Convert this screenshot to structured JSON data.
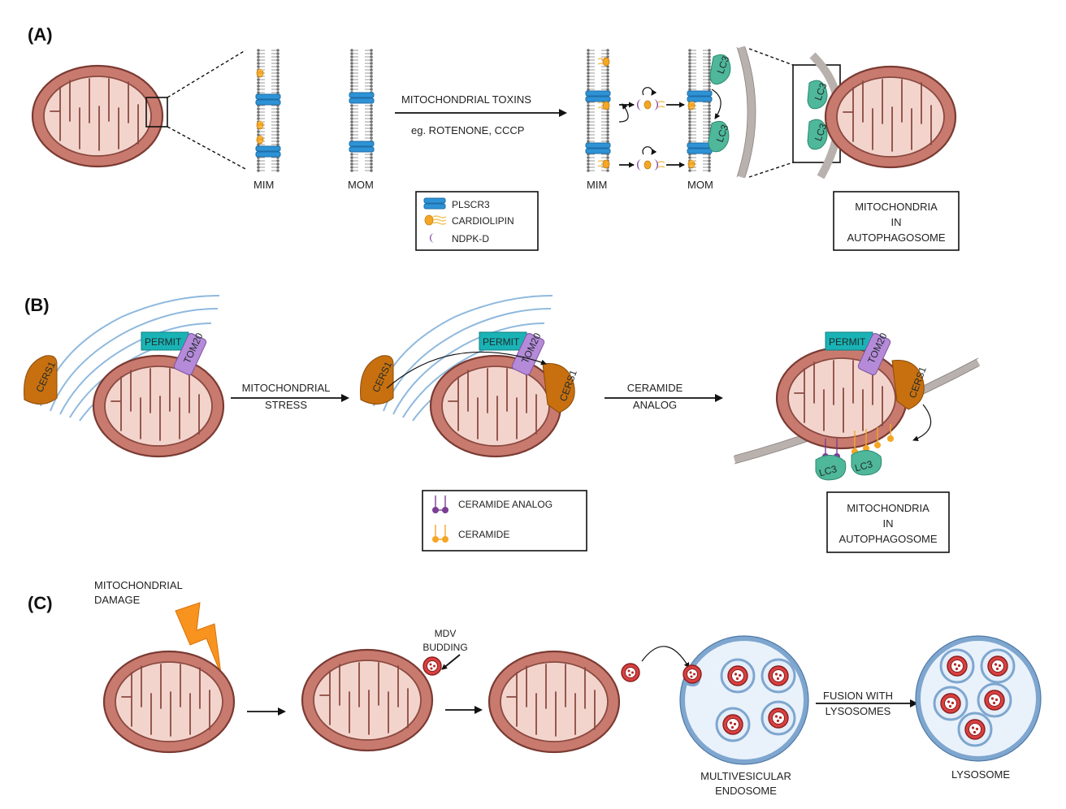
{
  "panels": {
    "a": {
      "label": "(A)",
      "mim_label": "MIM",
      "mom_label": "MOM",
      "arrow_top": "MITOCHONDRIAL TOXINS",
      "arrow_bottom": "eg. ROTENONE, CCCP",
      "mim_label_2": "MIM",
      "mom_label_2": "MOM",
      "lc3": "LC3",
      "legend": [
        "PLSCR3",
        "CARDIOLIPIN",
        "NDPK-D"
      ],
      "result_box": [
        "MITOCHONDRIA",
        "IN",
        "AUTOPHAGOSOME"
      ]
    },
    "b": {
      "label": "(B)",
      "permit": "PERMIT",
      "tom20": "TOM20",
      "cers1": "CERS1",
      "arrow1": [
        "MITOCHONDRIAL",
        "STRESS"
      ],
      "arrow2": [
        "CERAMIDE",
        "ANALOG"
      ],
      "lc3": "LC3",
      "legend": [
        "CERAMIDE ANALOG",
        "CERAMIDE"
      ],
      "result_box": [
        "MITOCHONDRIA",
        "IN",
        "AUTOPHAGOSOME"
      ]
    },
    "c": {
      "label": "(C)",
      "damage": [
        "MITOCHONDRIAL",
        "DAMAGE"
      ],
      "mdv": [
        "MDV",
        "BUDDING"
      ],
      "fusion": [
        "FUSION WITH",
        "LYSOSOMES"
      ],
      "endosome": [
        "MULTIVESICULAR",
        "ENDOSOME"
      ],
      "lysosome": "LYSOSOME"
    }
  },
  "colors": {
    "mitochondria": "#c97a6e",
    "plscr3": "#2e93d6",
    "cardiolipin": "#f5a623",
    "ndpk_d": "#7a3e96",
    "lc3": "#4fb79a",
    "permit": "#1ab3b5",
    "tom20": "#b58ad8",
    "cers1": "#c8700f",
    "damage_bolt": "#f7931e"
  }
}
